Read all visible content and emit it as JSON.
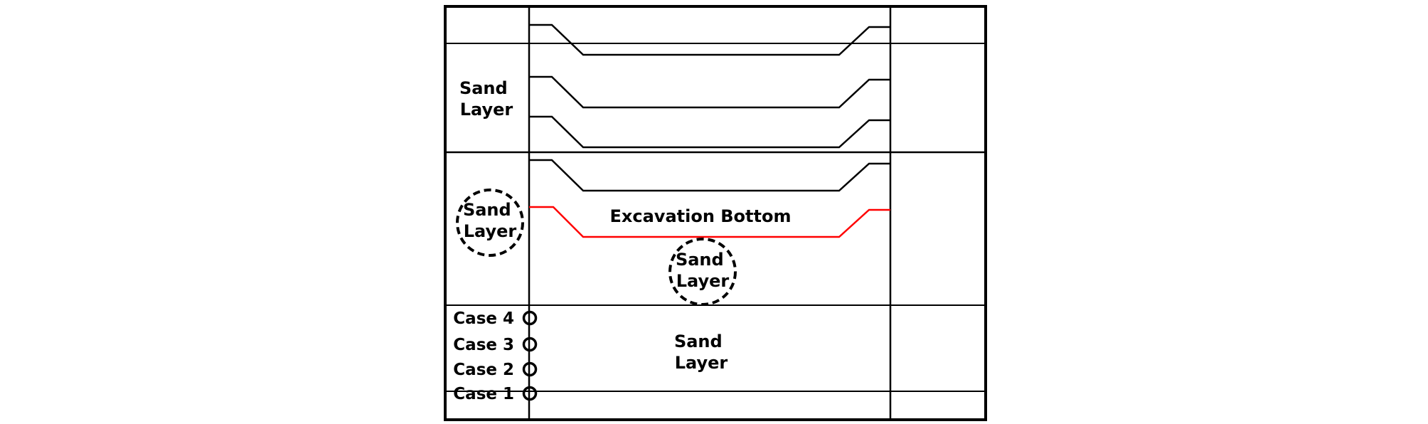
{
  "labels": {
    "sand_layer_left_top": [
      "Sand",
      "Layer"
    ],
    "sand_layer_left_circled": [
      "Sand",
      "Layer"
    ],
    "sand_layer_center_circled": [
      "Sand",
      "Layer"
    ],
    "sand_layer_bottom": [
      "Sand",
      "Layer"
    ],
    "excavation_bottom": "Excavation Bottom"
  },
  "cases": [
    "Case 4",
    "Case 3",
    "Case 2",
    "Case 1"
  ],
  "colors": {
    "line": "#000000",
    "excavation_line": "#ff0000",
    "background": "#ffffff"
  }
}
